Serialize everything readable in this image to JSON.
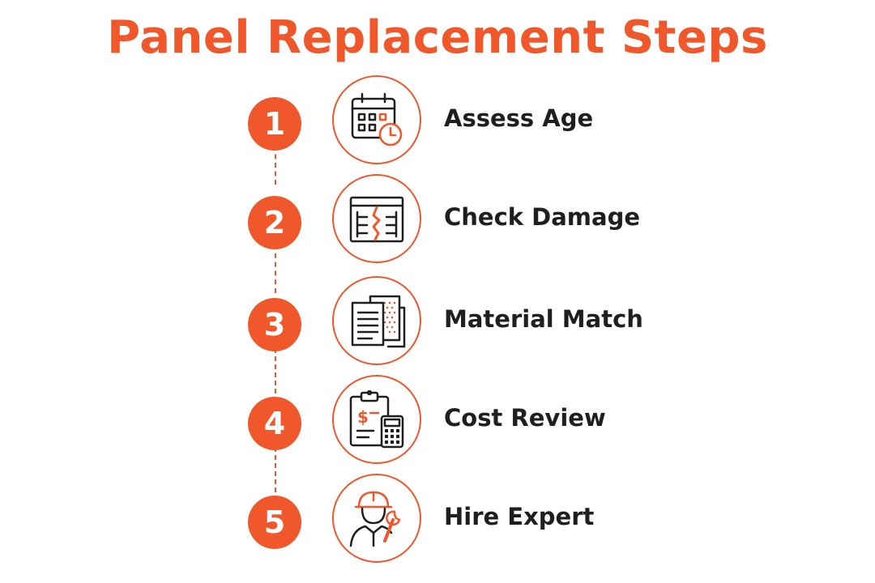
{
  "title": "Panel Replacement Steps",
  "accent_color": "#F0582B",
  "steps": [
    {
      "number": "1",
      "label": "Assess Age",
      "icon": "calendar-clock-icon"
    },
    {
      "number": "2",
      "label": "Check Damage",
      "icon": "cracked-panel-icon"
    },
    {
      "number": "3",
      "label": "Material Match",
      "icon": "material-samples-icon"
    },
    {
      "number": "4",
      "label": "Cost Review",
      "icon": "clipboard-calculator-icon"
    },
    {
      "number": "5",
      "label": "Hire Expert",
      "icon": "worker-wrench-icon"
    }
  ]
}
